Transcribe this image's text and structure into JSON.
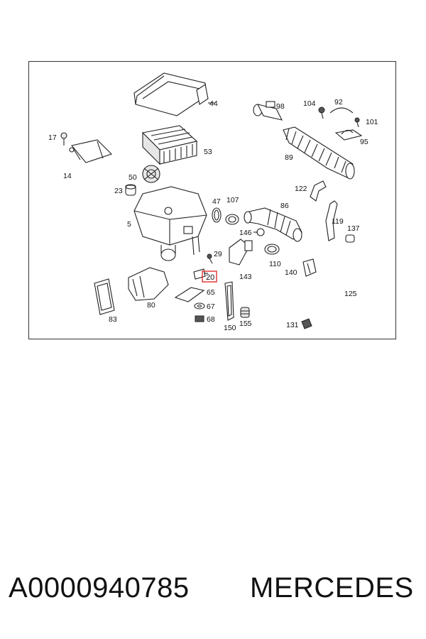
{
  "diagram": {
    "labels": {
      "p44": "44",
      "p17": "17",
      "p14": "14",
      "p53": "53",
      "p50": "50",
      "p23": "23",
      "p5": "5",
      "p47": "47",
      "p107": "107",
      "p86": "86",
      "p146": "146",
      "p29": "29",
      "p20": "20",
      "p143": "143",
      "p110": "110",
      "p65": "65",
      "p67": "67",
      "p68": "68",
      "p80": "80",
      "p83": "83",
      "p150": "150",
      "p155": "155",
      "p98": "98",
      "p104": "104",
      "p92": "92",
      "p101": "101",
      "p95": "95",
      "p89": "89",
      "p122": "122",
      "p119": "119",
      "p137": "137",
      "p140": "140",
      "p125": "125",
      "p131": "131"
    },
    "highlight_color": "#e03030"
  },
  "footer": {
    "part_number": "A0000940785",
    "brand": "MERCEDES"
  }
}
